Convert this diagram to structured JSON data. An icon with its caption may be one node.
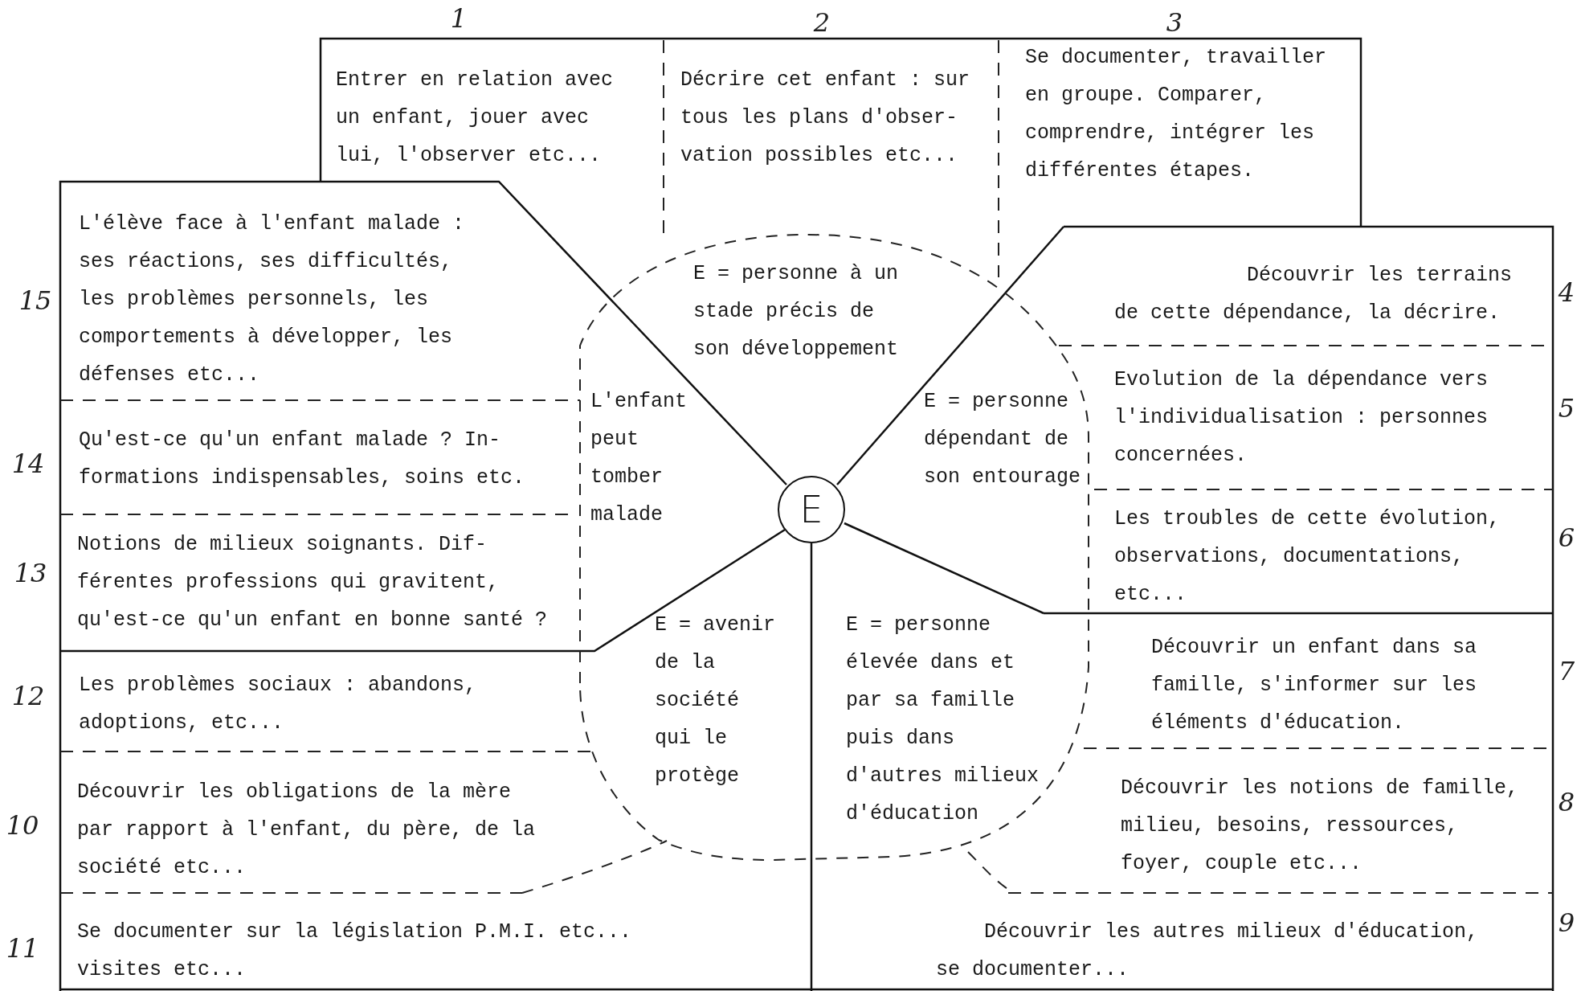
{
  "diagram": {
    "nodes": [
      {
        "text": [
          "Entrer en relation avec un enfant, jouer avec lui, l'observer etc..."
        ],
        "beside": [
          "1"
        ]
      },
      {
        "text": [
          "Décrire cet enfant : sur tous les plans d'obser- vation possibles etc..."
        ],
        "beside": [
          "2"
        ]
      },
      {
        "text": [
          "Se documenter, travailler en groupe. Comparer, comprendre, intégrer les différentes étapes."
        ],
        "beside": [
          "3"
        ]
      },
      {
        "text": [
          "L'élève face à l'enfant malade : ses réactions, ses difficultés, les problèmes personnels, les comportements à développer, les défenses etc..."
        ],
        "beside": [
          "15"
        ]
      },
      {
        "text": [
          "Découvrir les terrains de cette dépendance, la décrire."
        ],
        "beside": [
          "4"
        ]
      },
      {
        "text": [
          "E = personne à un stade précis de son développement"
        ]
      },
      {
        "text": [
          "Qu'est-ce qu'un enfant malade ? In- formations indispensables, soins etc."
        ],
        "beside": [
          "14"
        ]
      },
      {
        "text": [
          "L'enfant peut tomber malade"
        ]
      },
      {
        "text": [
          "E"
        ]
      },
      {
        "text": [
          "E = personne dépendant de son entourage"
        ]
      },
      {
        "text": [
          "Evolution de la dépendance vers l'individualisation : personnes concernées."
        ],
        "beside": [
          "5"
        ]
      },
      {
        "text": [
          "Notions de milieux soignants. Dif- férentes professions qui gravitent, qu'est-ce qu'un enfant en bonne santé ?"
        ],
        "beside": [
          "13"
        ]
      },
      {
        "text": [
          "Les troubles de cette évolution, observations, documentations, etc..."
        ],
        "beside": [
          "6"
        ]
      },
      {
        "text": [
          "Les problèmes sociaux : abandons, adoptions, etc..."
        ],
        "beside": [
          "12"
        ]
      },
      {
        "text": [
          "E = avenir de la société qui le protège"
        ]
      },
      {
        "text": [
          "E = personne élevée dans et par sa famille puis dans d'autres milieux d'éducation"
        ]
      },
      {
        "text": [
          "Découvrir un enfant dans sa famille, s'informer sur les éléments d'éducation."
        ],
        "beside": [
          "7"
        ]
      },
      {
        "text": [
          "Découvrir les obligations de la mère par rapport à l'enfant, du père, de la société etc..."
        ],
        "beside": [
          "10"
        ]
      },
      {
        "text": [
          "Découvrir les notions de famille, milieu, besoins, ressources, foyer, couple etc..."
        ],
        "beside": [
          "8"
        ]
      },
      {
        "text": [
          "Se documenter sur la législation P.M.I. etc... visites etc..."
        ],
        "beside": [
          "11"
        ]
      },
      {
        "text": [
          "Découvrir les autres milieux d'éducation, se documenter..."
        ],
        "beside": [
          "9"
        ]
      }
    ]
  }
}
